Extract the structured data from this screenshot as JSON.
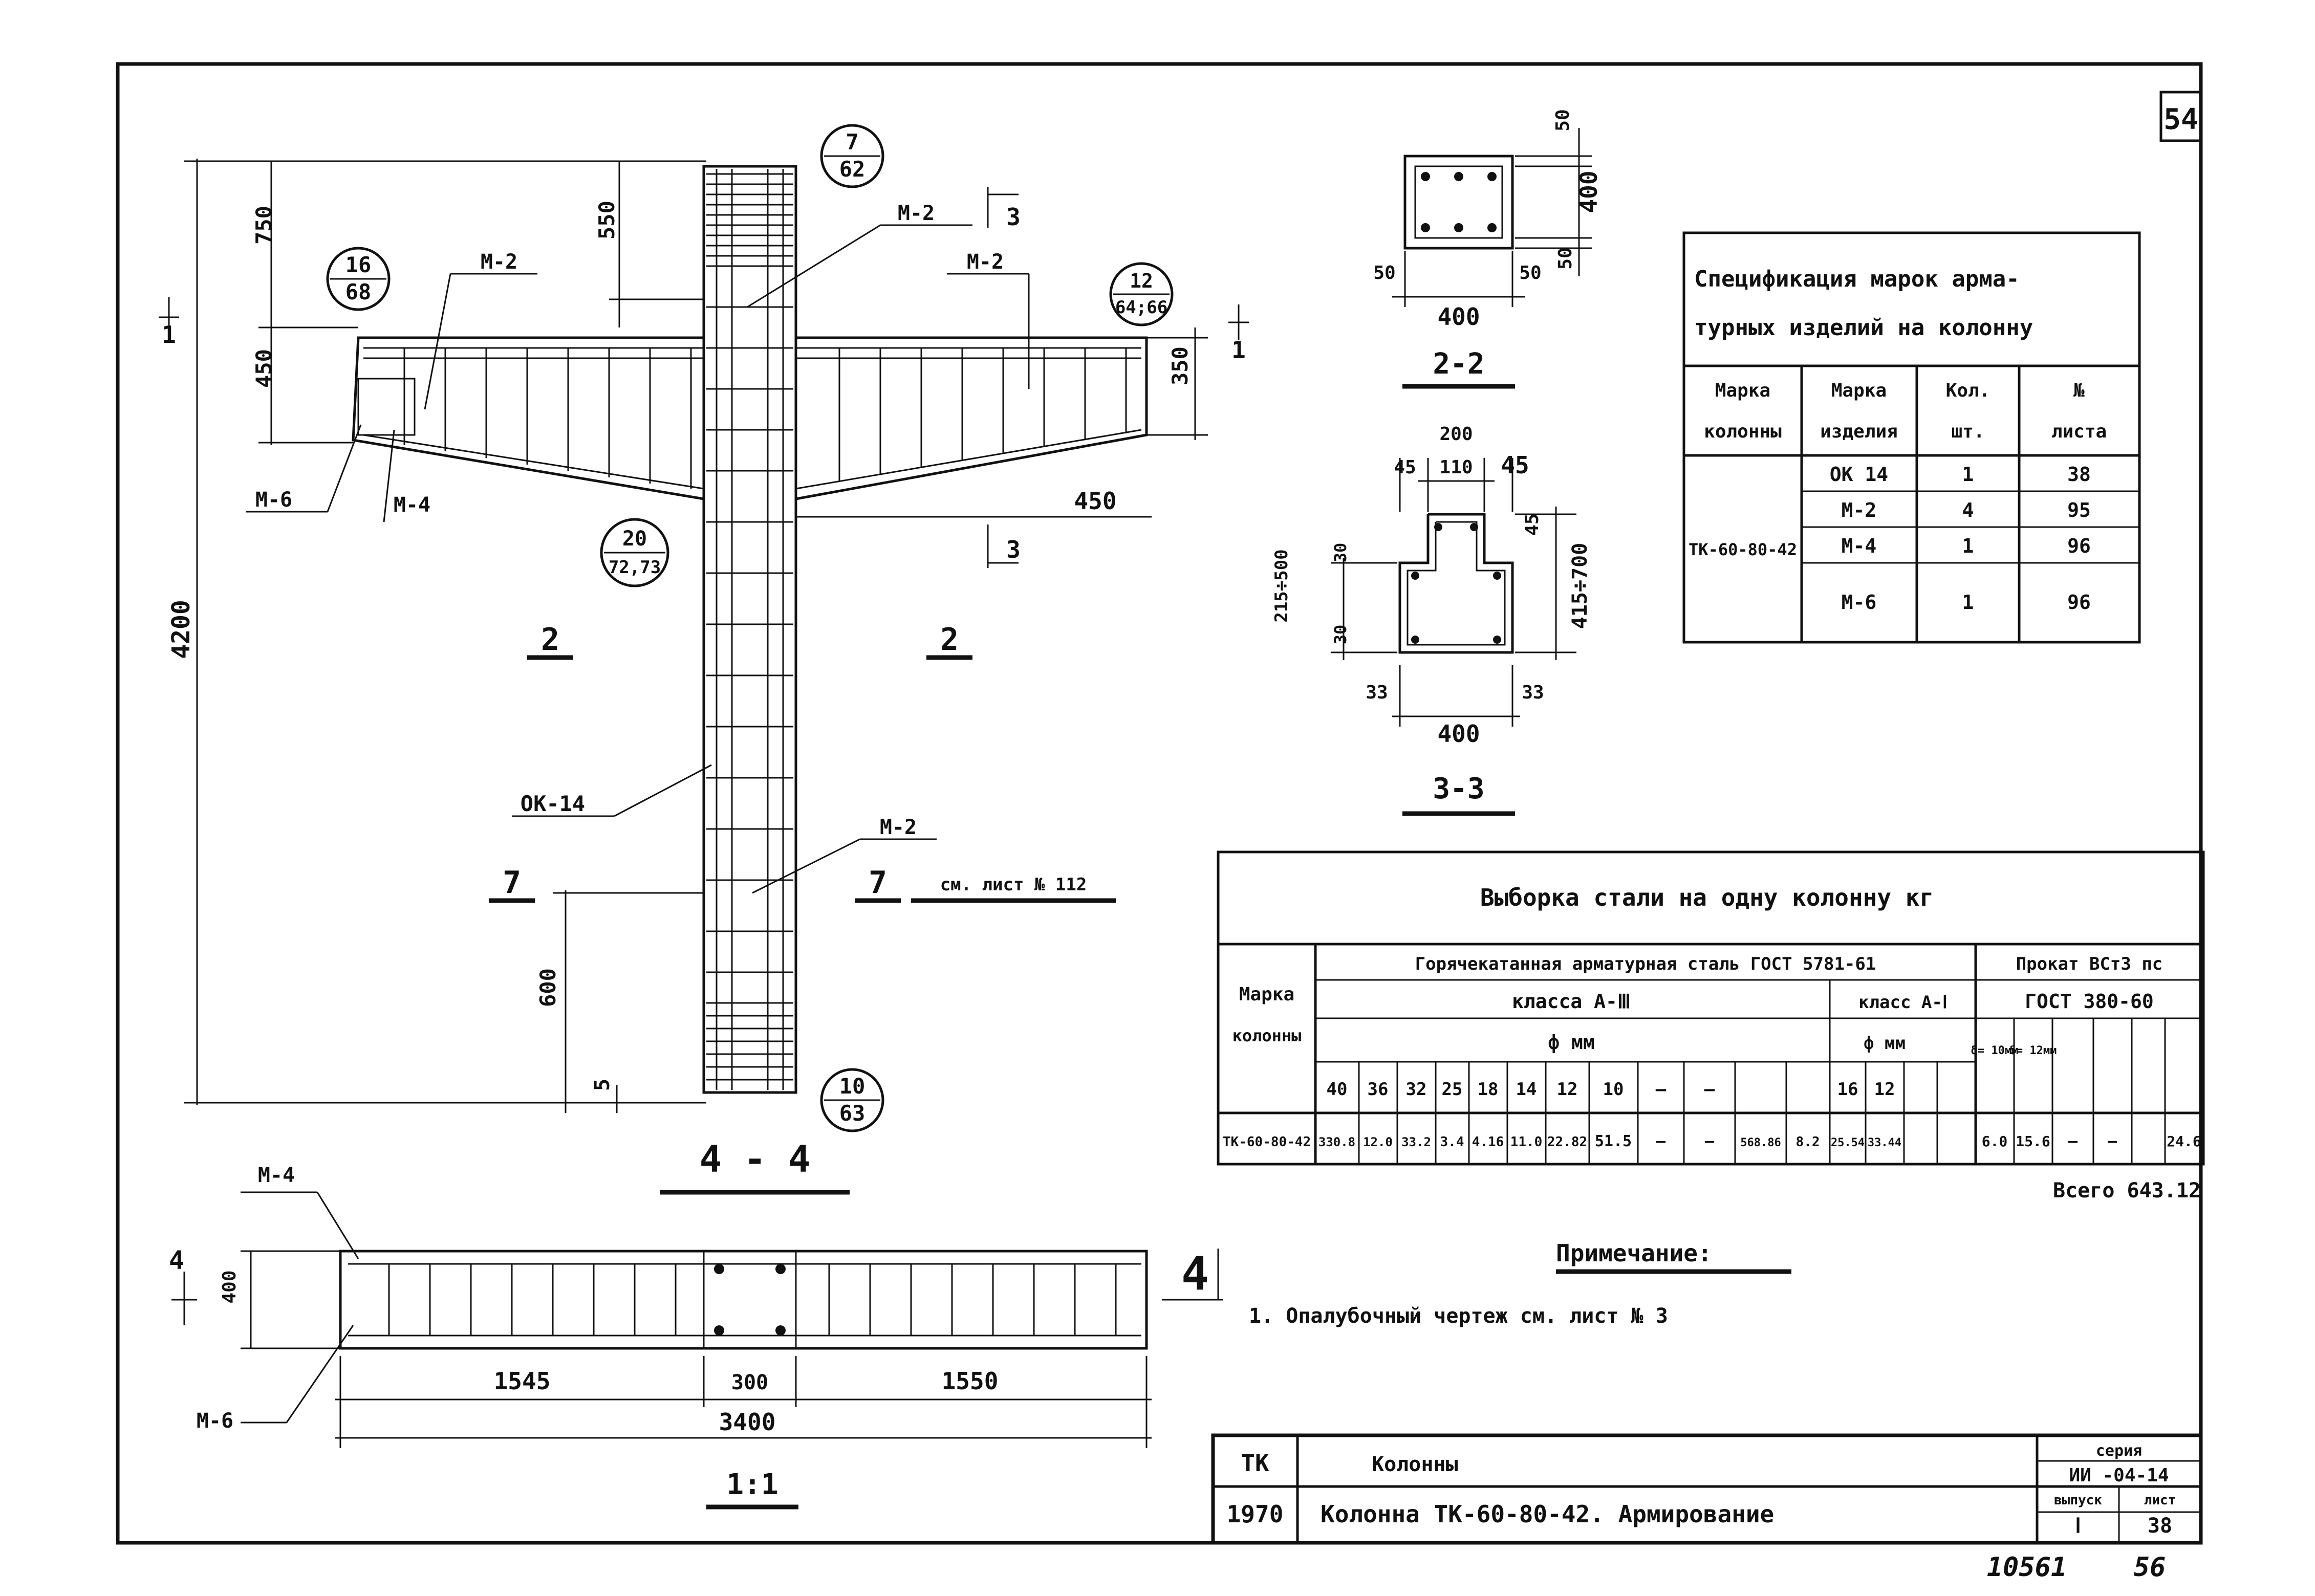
{
  "sheet": {
    "corner_number": "54",
    "archive_number": "10561",
    "page_number": "56"
  },
  "main_view": {
    "dims": {
      "d750": "750",
      "d450": "450",
      "d4200": "4200",
      "d550": "550",
      "d350": "350",
      "d450r": "450",
      "d600": "600",
      "d5": "5"
    },
    "callouts": [
      {
        "top": "7",
        "bottom": "62"
      },
      {
        "top": "16",
        "bottom": "68"
      },
      {
        "top": "12",
        "bottom": "64;66"
      },
      {
        "top": "20",
        "bottom": "72,73"
      },
      {
        "top": "10",
        "bottom": "63"
      }
    ],
    "labels": {
      "m2_left": "М-2",
      "m2_center": "М-2",
      "m2_right": "М-2",
      "m2_low": "М-2",
      "m6": "М-6",
      "m4": "М-4",
      "ok14": "ОК-14",
      "sec2_left": "2",
      "sec2_right": "2",
      "sec3_top": "3",
      "sec3_bottom": "3",
      "sec7_left": "7",
      "sec7_right": "7",
      "sec1": "1",
      "see_sheet": "см. лист № 112"
    },
    "view_title": "4 - 4"
  },
  "section_2": {
    "title": "2-2",
    "d50a": "50",
    "d400v": "400",
    "d50b": "50",
    "d50l": "50",
    "d50r": "50",
    "d400": "400"
  },
  "section_3": {
    "title": "3-3",
    "d200": "200",
    "d45l": "45",
    "d110": "110",
    "d45r": "45",
    "d30": "30",
    "d215": "215÷500",
    "d30b": "30",
    "d45v": "45",
    "d415": "415÷700",
    "d33l": "33",
    "d33r": "33",
    "d400": "400"
  },
  "spec_table": {
    "title_line1": "Спецификация марок арма-",
    "title_line2": "турных изделий на колонну",
    "headers": [
      [
        "Марка",
        "колонны"
      ],
      [
        "Марка",
        "изделия"
      ],
      [
        "Кол.",
        "шт."
      ],
      [
        "№",
        "листа"
      ]
    ],
    "column_mark": "ТК-60-80-42",
    "rows": [
      {
        "item": "ОК 14",
        "qty": "1",
        "sheet": "38"
      },
      {
        "item": "М-2",
        "qty": "4",
        "sheet": "95"
      },
      {
        "item": "М-4",
        "qty": "1",
        "sheet": "96"
      },
      {
        "item": "М-6",
        "qty": "1",
        "sheet": "96"
      }
    ]
  },
  "steel_table": {
    "title": "Выборка стали на одну колонну кг",
    "mark_header": [
      "Марка",
      "колонны"
    ],
    "group1": "Горячекатанная арматурная сталь ГОСТ 5781-61",
    "group2": "Прокат ВСт3 пс",
    "class_a3": "класса А-Ⅲ",
    "class_a1": "класс А-Ⅰ",
    "gost": "ГОСТ 380-60",
    "phi_mm": "ф мм",
    "phi_mm2": "ф мм",
    "diameters": [
      "40",
      "36",
      "32",
      "25",
      "18",
      "14",
      "12",
      "10",
      "—",
      "—"
    ],
    "diameters_a1": [
      "16",
      "12"
    ],
    "plate1": "δ= 10мм",
    "plate2": "δ= 12мм",
    "row": {
      "mark": "ТК-60-80-42",
      "values": [
        "330.8",
        "12.0",
        "33.2",
        "3.4",
        "4.16",
        "11.0",
        "22.82",
        "51.5",
        "—",
        "—",
        "568.86",
        "8.2",
        "25.54",
        "33.44",
        "6.0",
        "15.6",
        "—",
        "—",
        "24.6"
      ]
    },
    "total": "Всего 643.12"
  },
  "note": {
    "title": "Примечание:",
    "text": "1. Опалубочный чертеж см. лист № 3"
  },
  "plan_view": {
    "labels": {
      "m4": "М-4",
      "m6": "М-6",
      "sec4_top": "4",
      "sec4_right": "4"
    },
    "dims": {
      "d400": "400",
      "d1545": "1545",
      "d300": "300",
      "d1550": "1550",
      "d3400": "3400"
    },
    "scale": "1:1"
  },
  "title_block": {
    "series_label": "серия",
    "series_value": "ИИ -04-14",
    "r1_code": "ТК",
    "r1_title": "Колонны",
    "r2_code": "1970",
    "r2_title": "Колонна ТК-60-80-42. Армирование",
    "issue_label": "выпуск",
    "issue_value": "Ⅰ",
    "sheet_label": "лист",
    "sheet_value": "38"
  }
}
